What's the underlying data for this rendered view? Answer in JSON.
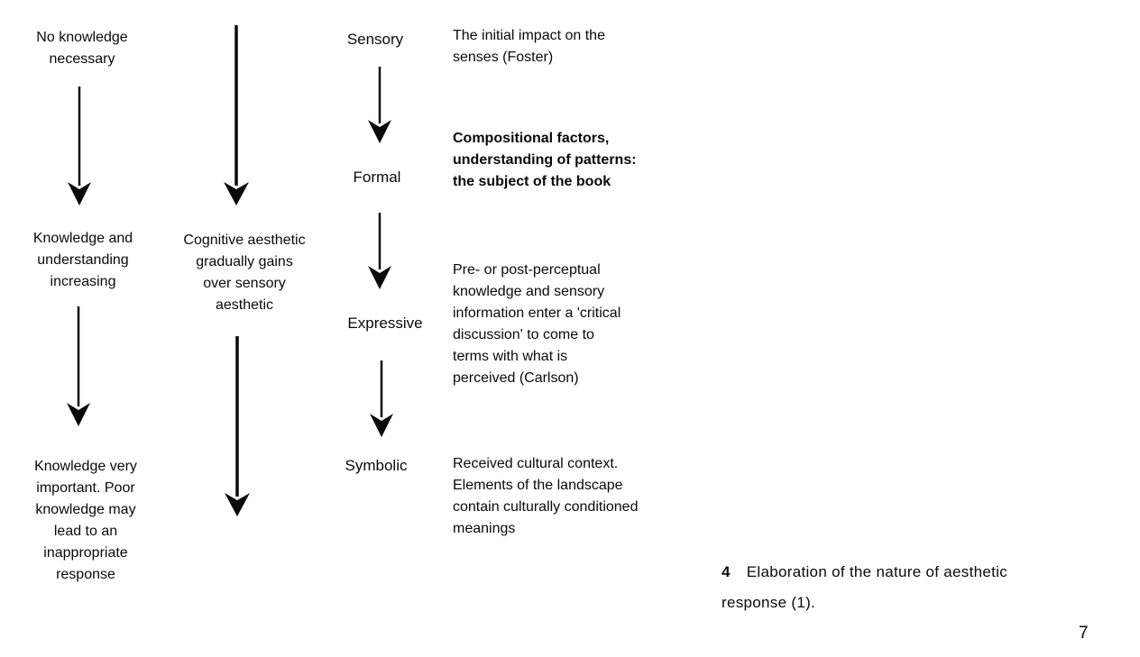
{
  "figure": {
    "knowledge_column": {
      "stage1": "No knowledge\nnecessary",
      "stage2": "Knowledge and\nunderstanding\nincreasing",
      "stage3": "Knowledge very\nimportant. Poor\nknowledge may\nlead to an\ninappropriate\nresponse"
    },
    "cognitive_note": "Cognitive aesthetic\ngradually gains\nover sensory\naesthetic",
    "stages": [
      {
        "label": "Sensory",
        "description": "The initial impact on the\nsenses (Foster)"
      },
      {
        "label": "Formal",
        "description": "Compositional factors,\nunderstanding of patterns:\nthe subject of the book"
      },
      {
        "label": "Expressive",
        "description": "Pre- or post-perceptual\nknowledge and sensory\ninformation enter a 'critical\ndiscussion' to come to\nterms with what is\nperceived (Carlson)"
      },
      {
        "label": "Symbolic",
        "description": "Received cultural context.\nElements of the landscape\ncontain culturally conditioned\nmeanings"
      }
    ]
  },
  "caption": {
    "number": "4",
    "text": "Elaboration of the nature of aesthetic\nresponse (1)."
  },
  "page_number": "7",
  "colors": {
    "ink": "#0a0a0a",
    "paper": "#ffffff"
  }
}
